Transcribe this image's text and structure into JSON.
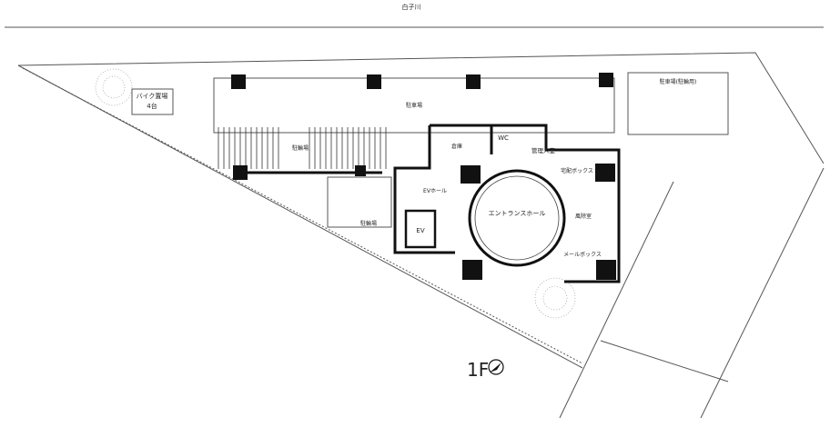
{
  "plan": {
    "road_top": "白子川",
    "labels": {
      "bike_parking": "バイク置場",
      "bike_count": "4台",
      "parking": "駐車場",
      "bicycle_parking": "駐輪場",
      "bicycle_parking_2": "駐輪場",
      "wc": "WC",
      "manager_room": "管理人室",
      "delivery_box": "宅配ボックス",
      "mail_box": "メールボックス",
      "reception": "風除室",
      "entrance_hall": "エントランスホール",
      "ev": "EV",
      "ev_hall": "EVホール",
      "storage": "倉庫",
      "bicycle_right": "駐車場(駐輪用)",
      "floor": "1F"
    }
  }
}
